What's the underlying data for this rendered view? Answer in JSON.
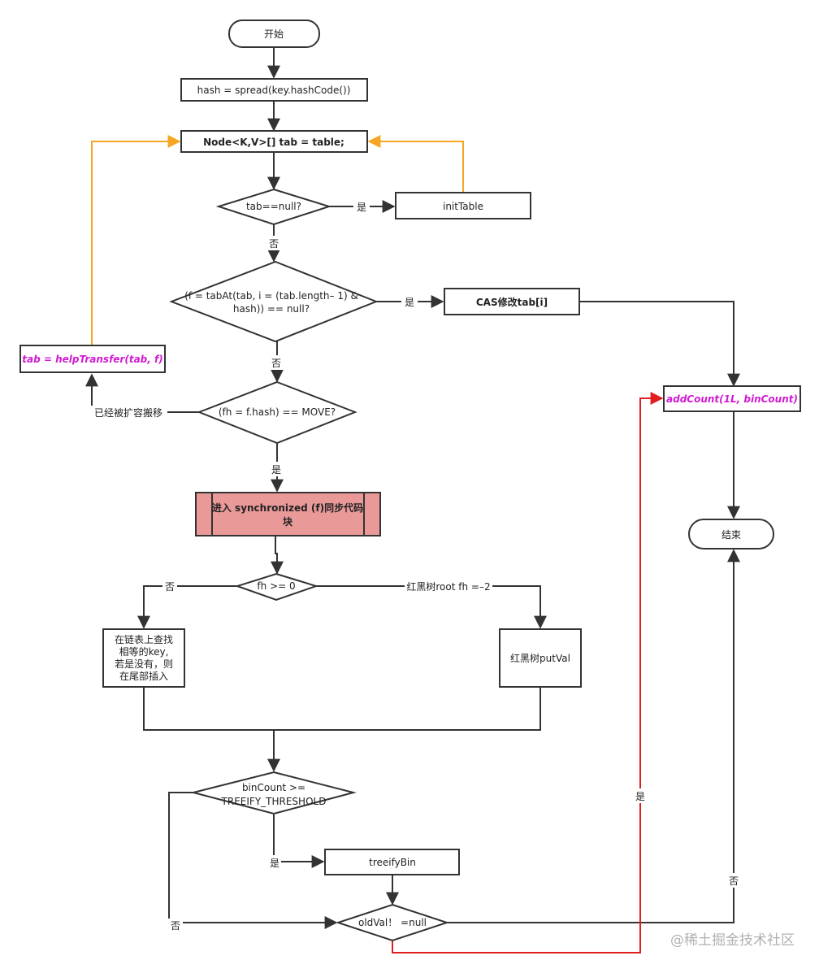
{
  "nodes": {
    "start": "开始",
    "hash": "hash = spread(key.hashCode())",
    "node_tab": "Node<K,V>[] tab = table;",
    "tab_null": "tab==null?",
    "init_table": "initTable",
    "tabat_line1": "(f = tabAt(tab, i = (tab.length– 1) &",
    "tabat_line2": "hash)) == null?",
    "cas": "CAS修改tab[i]",
    "help_transfer": "tab = helpTransfer(tab, f)",
    "add_count": "addCount(1L, binCount)",
    "fh_move": "(fh = f.hash) == MOVE?",
    "sync_line1": "进入 synchronized (f)同步代码",
    "sync_line2": "块",
    "end": "结束",
    "fh_ge0": "fh >= 0",
    "list_line1": "在链表上查找",
    "list_line2": "相等的key,",
    "list_line3": "若是没有，则",
    "list_line4": "在尾部插入",
    "rb_putval": "红黑树putVal",
    "bincount_line1": "binCount >=",
    "bincount_line2": "TREEIFY_THRESHOLD",
    "treeify_bin": "treeifyBin",
    "oldval": "oldVal！ =null"
  },
  "edge_labels": {
    "yes_init": "是",
    "no_tabnull": "否",
    "yes_cas": "是",
    "no_tabat": "否",
    "moving": "已经被扩容搬移",
    "yes_move": "是",
    "no_fh": "否",
    "rb_root": "红黑树root fh =–2",
    "yes_treeify": "是",
    "no_bincount": "否",
    "yes_oldval": "是",
    "no_oldval": "否"
  },
  "watermark": "@稀土掘金技术社区",
  "colors": {
    "line": "#333333",
    "loop_orange": "#f5a623",
    "red_path": "#e02020",
    "sync_fill": "#ea9999",
    "magenta_text": "#d11ad1"
  }
}
